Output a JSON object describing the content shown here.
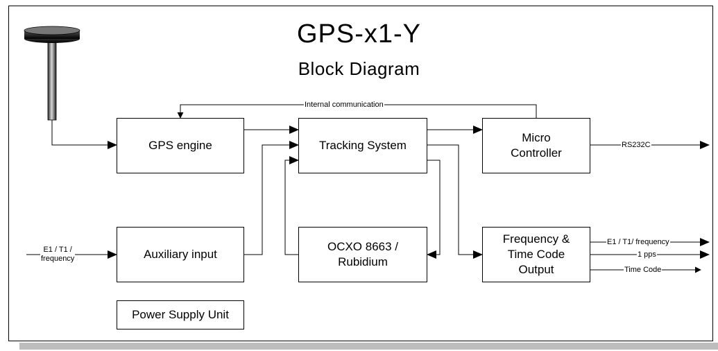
{
  "title": "GPS-x1-Y",
  "subtitle": "Block Diagram",
  "blocks": {
    "gps_engine": "GPS engine",
    "tracking_system": "Tracking System",
    "micro_controller": "Micro\nController",
    "auxiliary_input": "Auxiliary input",
    "ocxo": "OCXO 8663 /\nRubidium",
    "freq_output": "Frequency &\nTime Code\nOutput",
    "power_supply": "Power Supply Unit"
  },
  "signals": {
    "internal_communication": "Internal communication",
    "rs232c": "RS232C",
    "input_freq": "E1 / T1 /\nfrequency",
    "out_e1": "E1 / T1/ frequency",
    "out_1pps": "1 pps",
    "out_timecode": "Time Code"
  },
  "icons": {
    "antenna": "gps-antenna-icon"
  }
}
